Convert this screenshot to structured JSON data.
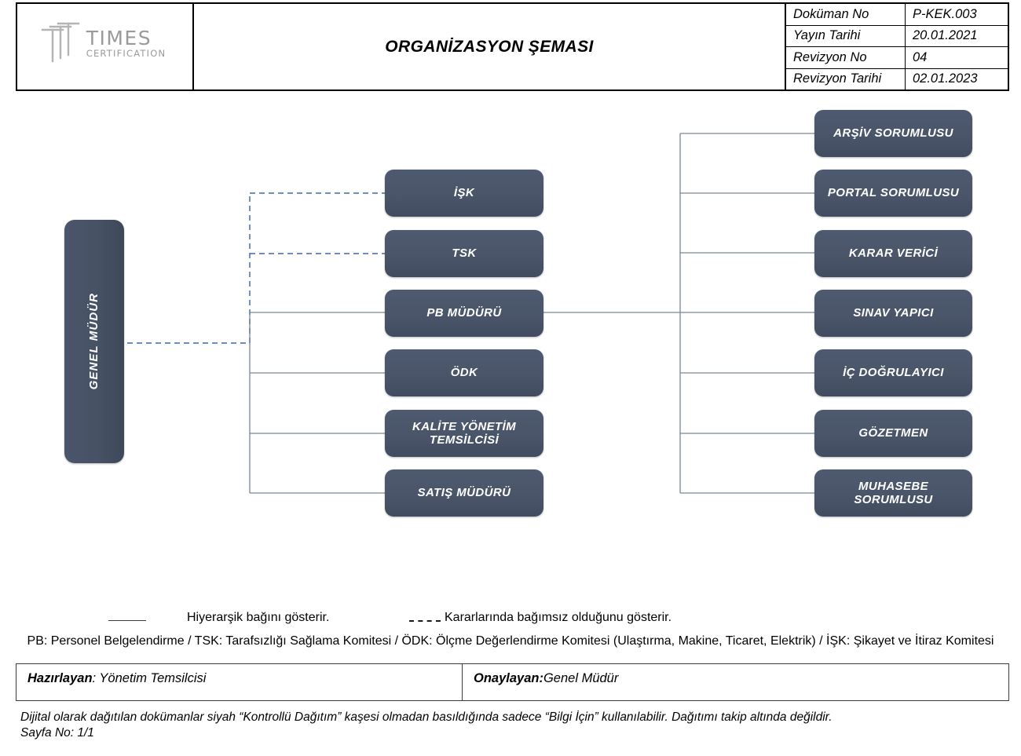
{
  "header": {
    "logo": {
      "mark": "times-triple-t-mark",
      "line1": "TIMES",
      "line2": "CERTIFICATION"
    },
    "title": "ORGANİZASYON ŞEMASI",
    "meta": [
      {
        "key": "Doküman No",
        "value": "P-KEK.003"
      },
      {
        "key": "Yayın Tarihi",
        "value": "20.01.2021"
      },
      {
        "key": "Revizyon No",
        "value": "04"
      },
      {
        "key": "Revizyon Tarihi",
        "value": "02.01.2023"
      }
    ]
  },
  "chart_data": {
    "type": "diagram",
    "title": "ORGANİZASYON ŞEMASI",
    "root": {
      "label": "GENEL MÜDÜR",
      "orientation": "vertical"
    },
    "middle_column": [
      {
        "label": "İŞK",
        "link": "dashed"
      },
      {
        "label": "TSK",
        "link": "dashed"
      },
      {
        "label": "PB MÜDÜRÜ",
        "link": "solid"
      },
      {
        "label": "ÖDK",
        "link": "solid"
      },
      {
        "label": "KALİTE YÖNETİM TEMSİLCİSİ",
        "link": "solid"
      },
      {
        "label": "SATIŞ MÜDÜRÜ",
        "link": "solid"
      }
    ],
    "right_column": [
      {
        "label": "ARŞİV SORUMLUSU",
        "link": "solid"
      },
      {
        "label": "PORTAL SORUMLUSU",
        "link": "solid"
      },
      {
        "label": "KARAR VERİCİ",
        "link": "solid"
      },
      {
        "label": "SINAV YAPICI",
        "link": "solid"
      },
      {
        "label": "İÇ DOĞRULAYICI",
        "link": "solid"
      },
      {
        "label": "GÖZETMEN",
        "link": "solid"
      },
      {
        "label": "MUHASEBE SORUMLUSU",
        "link": "solid"
      }
    ],
    "right_parent": "PB MÜDÜRÜ",
    "colors": {
      "node_fill": "#4a5569",
      "node_text": "#ffffff",
      "solid_connector": "#6e7a8c",
      "dashed_connector": "#5b7fb4"
    }
  },
  "legend": {
    "solid_meaning": "Hiyerarşik bağını gösterir.",
    "dashed_meaning": "Kararlarında bağımsız olduğunu gösterir.",
    "abbreviations": "PB: Personel Belgelendirme / TSK: Tarafsızlığı Sağlama Komitesi / ÖDK: Ölçme Değerlendirme Komitesi (Ulaştırma, Makine, Ticaret, Elektrik) / İŞK: Şikayet ve İtiraz Komitesi"
  },
  "signatures": {
    "prepared_label": "Hazırlayan",
    "prepared_value": ": Yönetim Temsilcisi",
    "approved_label": "Onaylayan:",
    "approved_value": " Genel Müdür"
  },
  "footer": {
    "disclaimer": "Dijital olarak dağıtılan dokümanlar siyah “Kontrollü Dağıtım” kaşesi olmadan basıldığında sadece “Bilgi İçin” kullanılabilir. Dağıtımı takip altında değildir.",
    "page": "Sayfa No: 1/1"
  }
}
